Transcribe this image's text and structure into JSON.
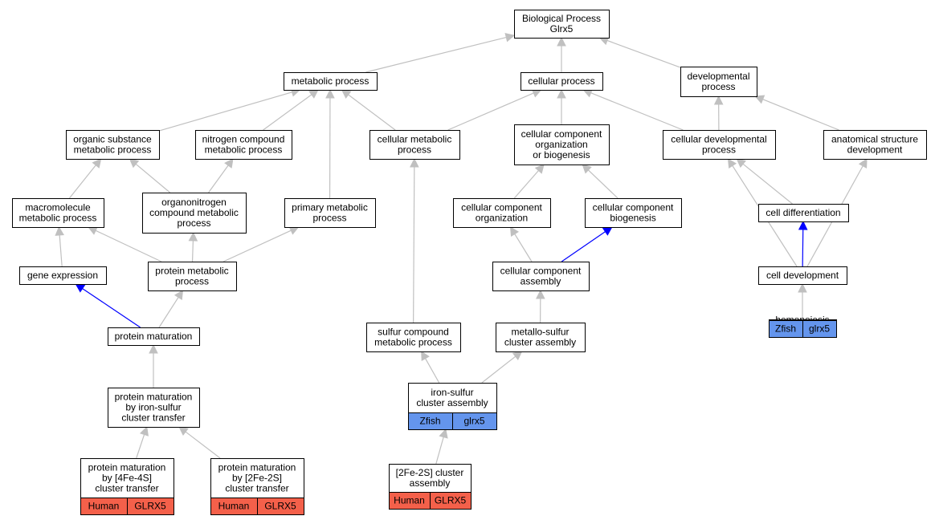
{
  "diagram": {
    "colors": {
      "edge_gray": "#c0c0c0",
      "edge_blue": "#0000ff",
      "zfish": "#6495ed",
      "human": "#f4604a"
    },
    "nodes": [
      {
        "id": "bp",
        "lines": [
          "Biological Process",
          "Glrx5"
        ]
      },
      {
        "id": "metabolic",
        "lines": [
          "metabolic process"
        ]
      },
      {
        "id": "cellular",
        "lines": [
          "cellular process"
        ]
      },
      {
        "id": "developmental",
        "lines": [
          "developmental",
          "process"
        ]
      },
      {
        "id": "organic_subst",
        "lines": [
          "organic substance",
          "metabolic process"
        ]
      },
      {
        "id": "nitrogen",
        "lines": [
          "nitrogen compound",
          "metabolic process"
        ]
      },
      {
        "id": "cell_metabolic",
        "lines": [
          "cellular metabolic",
          "process"
        ]
      },
      {
        "id": "cc_org_biog",
        "lines": [
          "cellular component",
          "organization",
          "or biogenesis"
        ]
      },
      {
        "id": "cell_dev_proc",
        "lines": [
          "cellular developmental",
          "process"
        ]
      },
      {
        "id": "anat_struct",
        "lines": [
          "anatomical structure",
          "development"
        ]
      },
      {
        "id": "macromolecule",
        "lines": [
          "macromolecule",
          "metabolic process"
        ]
      },
      {
        "id": "organonitrogen",
        "lines": [
          "organonitrogen",
          "compound metabolic",
          "process"
        ]
      },
      {
        "id": "primary",
        "lines": [
          "primary metabolic",
          "process"
        ]
      },
      {
        "id": "cc_org",
        "lines": [
          "cellular component",
          "organization"
        ]
      },
      {
        "id": "cc_biog",
        "lines": [
          "cellular component",
          "biogenesis"
        ]
      },
      {
        "id": "cell_diff",
        "lines": [
          "cell differentiation"
        ]
      },
      {
        "id": "gene_expr",
        "lines": [
          "gene expression"
        ]
      },
      {
        "id": "protein_metab",
        "lines": [
          "protein metabolic",
          "process"
        ]
      },
      {
        "id": "cc_assembly",
        "lines": [
          "cellular component",
          "assembly"
        ]
      },
      {
        "id": "cell_development",
        "lines": [
          "cell development"
        ]
      },
      {
        "id": "protein_mat",
        "lines": [
          "protein maturation"
        ]
      },
      {
        "id": "sulfur",
        "lines": [
          "sulfur compound",
          "metabolic process"
        ]
      },
      {
        "id": "metallo",
        "lines": [
          "metallo-sulfur",
          "cluster assembly"
        ]
      },
      {
        "id": "hemopoiesis",
        "lines": [
          "hemopoiesis"
        ],
        "tags": [
          "Zfish",
          "glrx5"
        ],
        "tag_color": "zfish"
      },
      {
        "id": "fe_s_assembly",
        "lines": [
          "iron-sulfur",
          "cluster assembly"
        ],
        "tags": [
          "Zfish",
          "glrx5"
        ],
        "tag_color": "zfish"
      },
      {
        "id": "pm_fes_transfer",
        "lines": [
          "protein maturation",
          "by iron-sulfur",
          "cluster transfer"
        ]
      },
      {
        "id": "pm_4fe4s",
        "lines": [
          "protein maturation",
          "by [4Fe-4S]",
          "cluster transfer"
        ],
        "tags": [
          "Human",
          "GLRX5"
        ],
        "tag_color": "human"
      },
      {
        "id": "pm_2fe2s",
        "lines": [
          "protein maturation",
          "by [2Fe-2S]",
          "cluster transfer"
        ],
        "tags": [
          "Human",
          "GLRX5"
        ],
        "tag_color": "human"
      },
      {
        "id": "fe2s_assembly",
        "lines": [
          "[2Fe-2S] cluster",
          "assembly"
        ],
        "tags": [
          "Human",
          "GLRX5"
        ],
        "tag_color": "human"
      }
    ],
    "edges": [
      {
        "from": "metabolic",
        "to": "bp"
      },
      {
        "from": "cellular",
        "to": "bp"
      },
      {
        "from": "developmental",
        "to": "bp"
      },
      {
        "from": "organic_subst",
        "to": "metabolic"
      },
      {
        "from": "nitrogen",
        "to": "metabolic"
      },
      {
        "from": "primary",
        "to": "metabolic"
      },
      {
        "from": "cell_metabolic",
        "to": "metabolic"
      },
      {
        "from": "cell_metabolic",
        "to": "cellular"
      },
      {
        "from": "cc_org_biog",
        "to": "cellular"
      },
      {
        "from": "cell_dev_proc",
        "to": "cellular"
      },
      {
        "from": "cell_dev_proc",
        "to": "developmental"
      },
      {
        "from": "anat_struct",
        "to": "developmental"
      },
      {
        "from": "macromolecule",
        "to": "organic_subst"
      },
      {
        "from": "organonitrogen",
        "to": "organic_subst"
      },
      {
        "from": "organonitrogen",
        "to": "nitrogen"
      },
      {
        "from": "cc_org",
        "to": "cc_org_biog"
      },
      {
        "from": "cc_biog",
        "to": "cc_org_biog"
      },
      {
        "from": "cell_diff",
        "to": "cell_dev_proc"
      },
      {
        "from": "cell_development",
        "to": "cell_dev_proc"
      },
      {
        "from": "cell_development",
        "to": "anat_struct"
      },
      {
        "from": "protein_metab",
        "to": "macromolecule"
      },
      {
        "from": "gene_expr",
        "to": "macromolecule"
      },
      {
        "from": "protein_metab",
        "to": "organonitrogen"
      },
      {
        "from": "protein_metab",
        "to": "primary"
      },
      {
        "from": "cc_assembly",
        "to": "cc_org"
      },
      {
        "from": "cc_assembly",
        "to": "cc_biog",
        "color": "blue"
      },
      {
        "from": "cell_development",
        "to": "cell_diff",
        "color": "blue"
      },
      {
        "from": "protein_mat",
        "to": "gene_expr",
        "color": "blue"
      },
      {
        "from": "protein_mat",
        "to": "protein_metab"
      },
      {
        "from": "sulfur",
        "to": "cell_metabolic"
      },
      {
        "from": "metallo",
        "to": "cc_assembly"
      },
      {
        "from": "hemopoiesis",
        "to": "cell_development"
      },
      {
        "from": "fe_s_assembly",
        "to": "sulfur"
      },
      {
        "from": "fe_s_assembly",
        "to": "metallo"
      },
      {
        "from": "pm_fes_transfer",
        "to": "protein_mat"
      },
      {
        "from": "pm_4fe4s",
        "to": "pm_fes_transfer"
      },
      {
        "from": "pm_2fe2s",
        "to": "pm_fes_transfer"
      },
      {
        "from": "fe2s_assembly",
        "to": "fe_s_assembly"
      }
    ]
  }
}
